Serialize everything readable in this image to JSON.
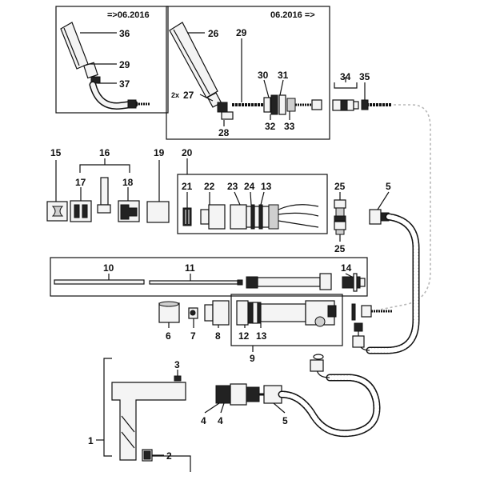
{
  "date_labels": {
    "before": "=>06.2016",
    "after": "06.2016 =>"
  },
  "callouts": {
    "p1": "1",
    "p2": "2",
    "p3": "3",
    "p4a": "4",
    "p4b": "4",
    "p5a": "5",
    "p5b": "5",
    "p6": "6",
    "p7": "7",
    "p8": "8",
    "p9": "9",
    "p10": "10",
    "p11": "11",
    "p12": "12",
    "p13a": "13",
    "p13b": "13",
    "p14": "14",
    "p15": "15",
    "p16": "16",
    "p17": "17",
    "p18": "18",
    "p19": "19",
    "p20": "20",
    "p21": "21",
    "p22": "22",
    "p23": "23",
    "p24": "24",
    "p25a": "25",
    "p25b": "25",
    "p26": "26",
    "p27": "27",
    "p27_qty": "2x",
    "p28": "28",
    "p29a": "29",
    "p29b": "29",
    "p30": "30",
    "p31": "31",
    "p32": "32",
    "p33": "33",
    "p34": "34",
    "p35": "35",
    "p36": "36",
    "p37": "37"
  }
}
